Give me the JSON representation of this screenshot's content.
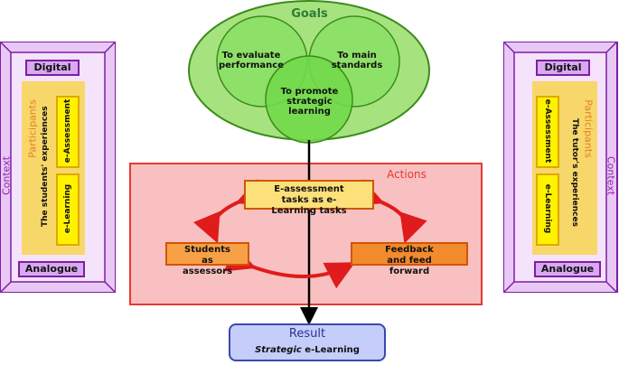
{
  "goals": {
    "title": "Goals",
    "items": [
      "To evaluate performance",
      "To main standards",
      "To promote strategic learning"
    ]
  },
  "actions": {
    "title": "Actions",
    "tasks": "E-assessment tasks as e-Learning tasks",
    "students": "Students as assessors",
    "feedback": "Feedback and feed forward"
  },
  "result": {
    "title": "Result",
    "subtitle_italic": "Strategic",
    "subtitle_rest": " e-Learning"
  },
  "left_panel": {
    "context": "Context",
    "participants": "Participants",
    "experiences": "The students' experiences",
    "digital": "Digital",
    "analogue": "Analogue",
    "e_assessment": "e-Assessment",
    "e_learning": "e-Learning"
  },
  "right_panel": {
    "context": "Context",
    "participants": "Participants",
    "experiences": "The tutor's experiences",
    "digital": "Digital",
    "analogue": "Analogue",
    "e_assessment": "e-Assessment",
    "e_learning": "e-Learning"
  },
  "colors": {
    "goal_green": "#7dd65a",
    "action_pink": "#f8c0c0",
    "action_border": "#e53935",
    "result_blue": "#c5cdfa",
    "context_purple": "#e9c8f5"
  }
}
